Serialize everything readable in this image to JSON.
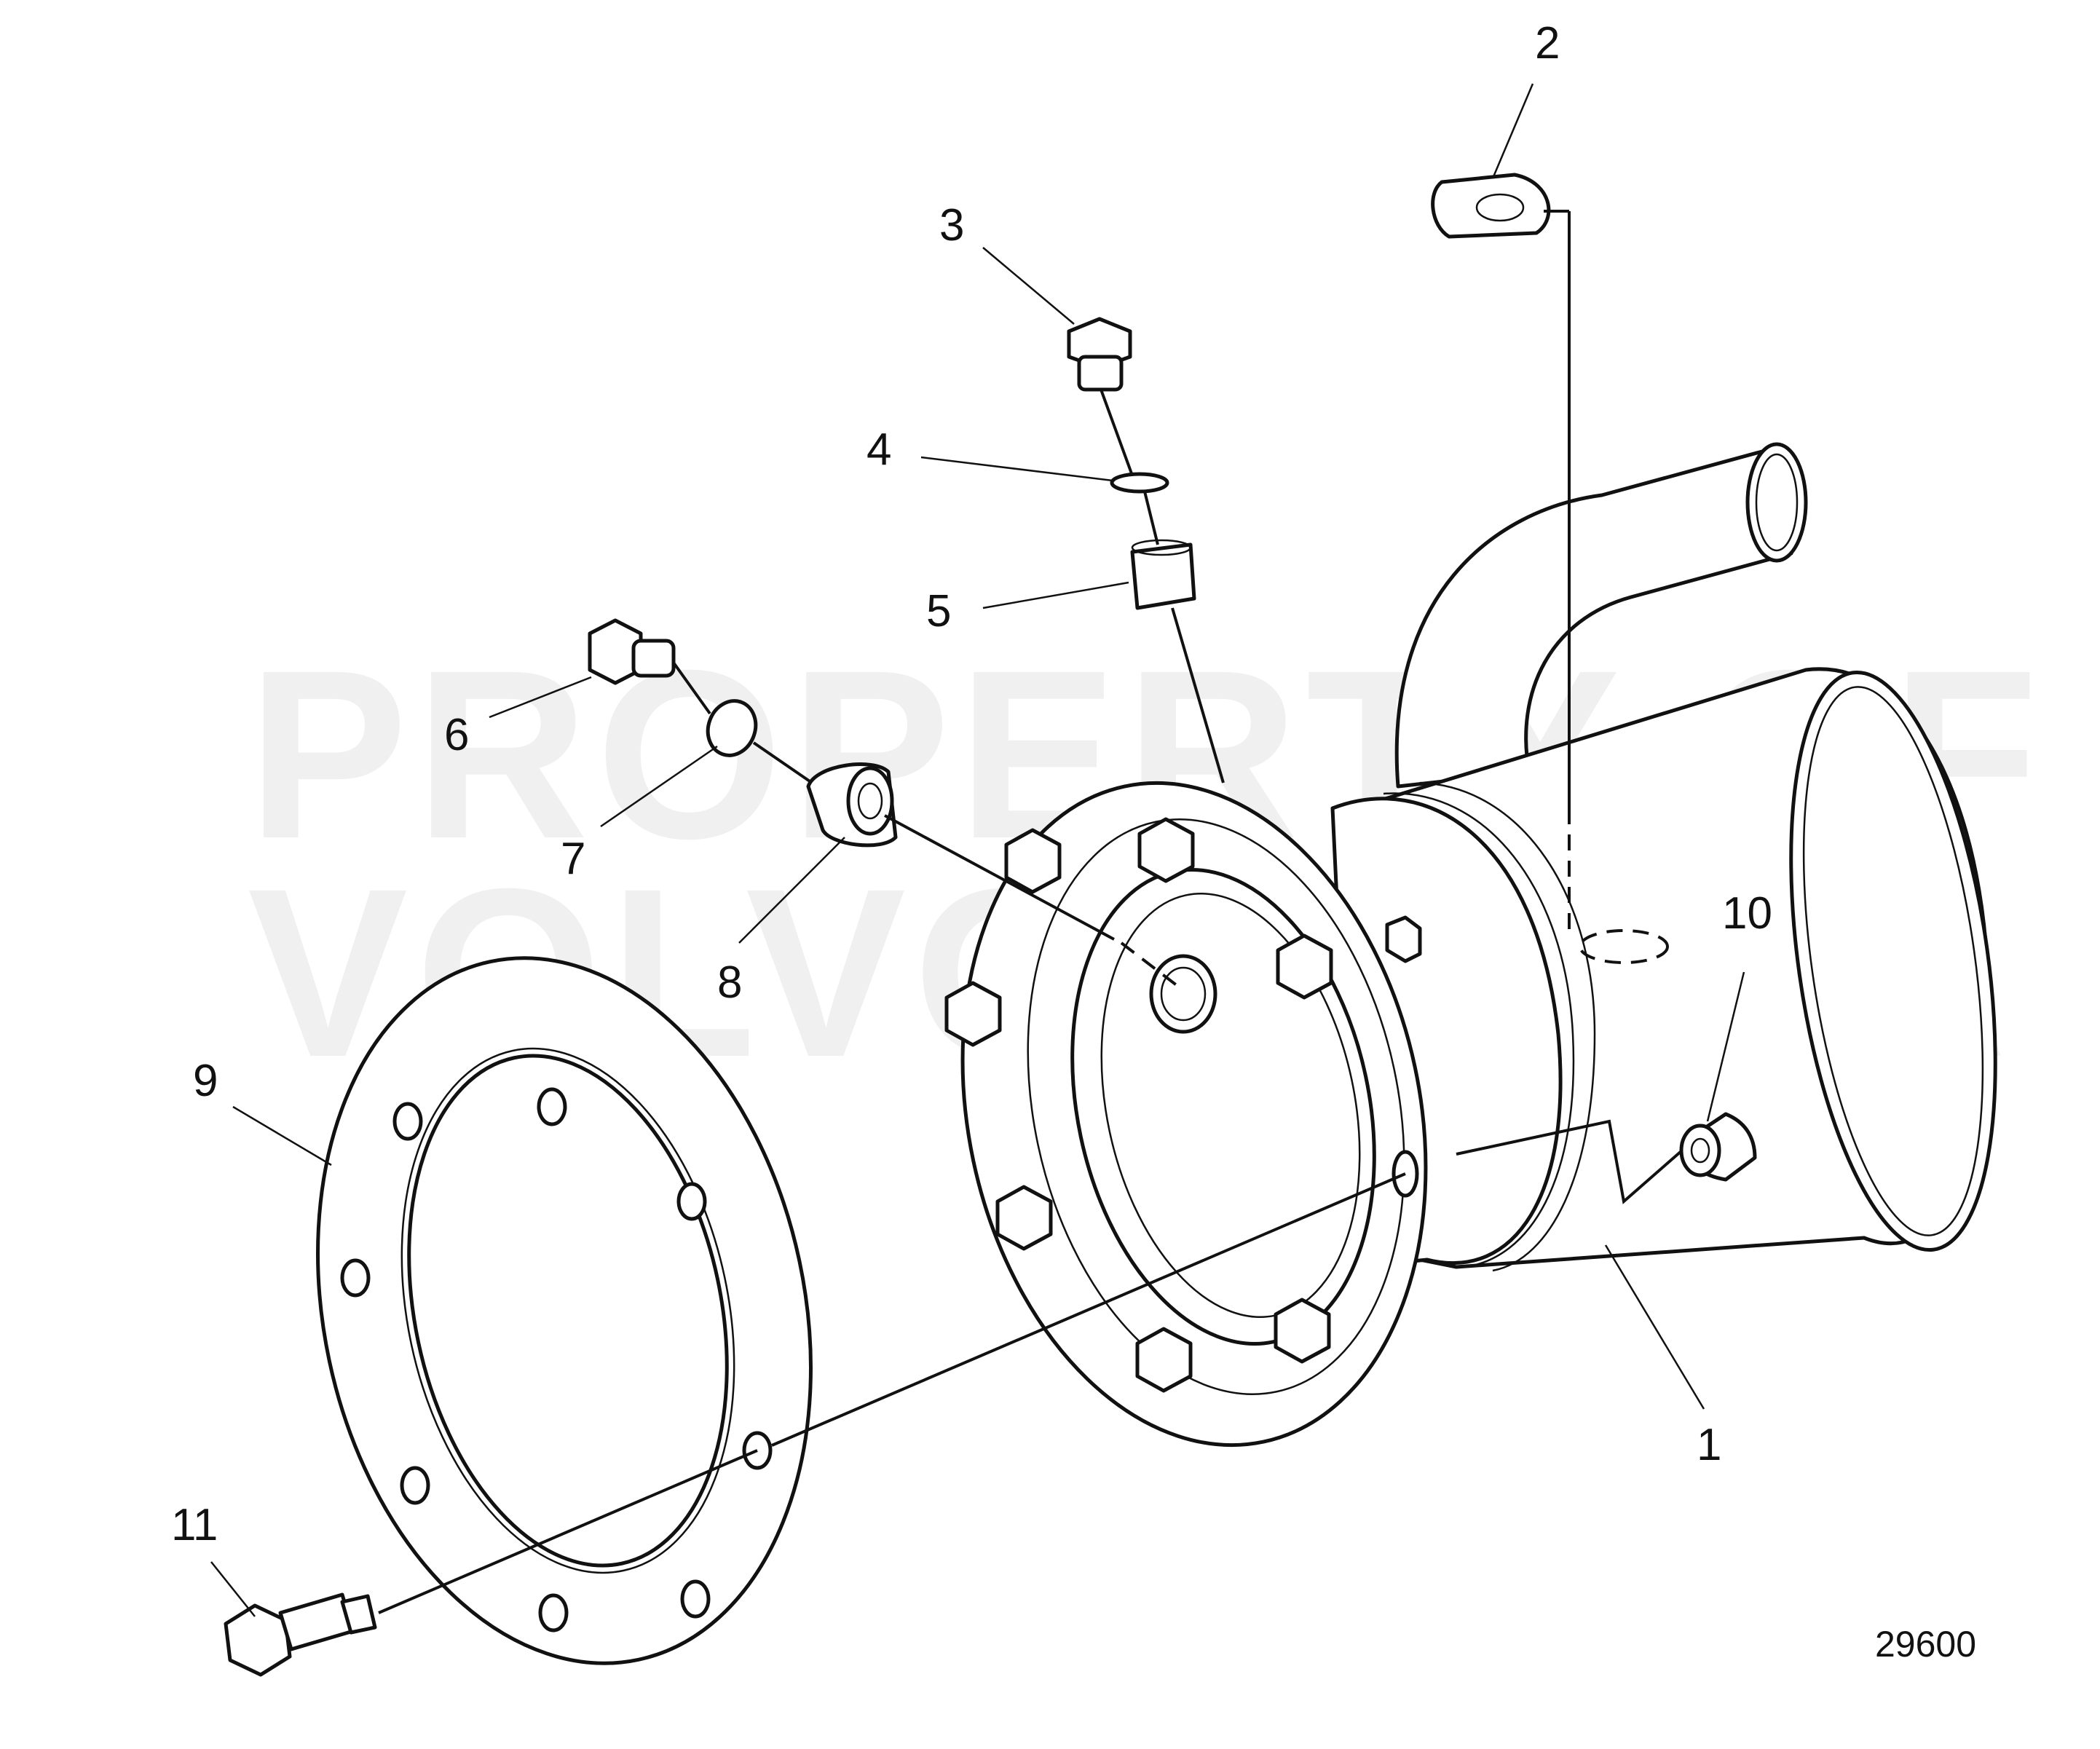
{
  "watermark": {
    "line1": "PROPERTY OF",
    "line2": "VOLVO PENTA"
  },
  "callouts": {
    "c1": "1",
    "c2": "2",
    "c3": "3",
    "c4": "4",
    "c5": "5",
    "c6": "6",
    "c7": "7",
    "c8": "8",
    "c9": "9",
    "c10": "10",
    "c11": "11"
  },
  "figure_number": "29600",
  "colors": {
    "line": "#111111",
    "background": "#ffffff",
    "watermark": "#f0f0f0"
  }
}
